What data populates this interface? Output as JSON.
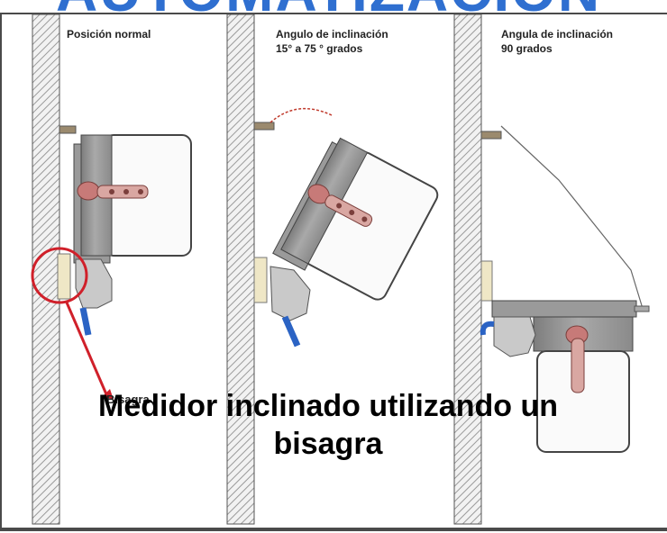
{
  "header": {
    "title_fragment": "AUTOMATIZACION"
  },
  "panels": [
    {
      "label_line1": "Posición normal",
      "label_line2": ""
    },
    {
      "label_line1": "Angulo de inclinación",
      "label_line2": "15° a 75 ° grados"
    },
    {
      "label_line1": "Angula de inclinación",
      "label_line2": "90 grados"
    }
  ],
  "callout": {
    "label": "Bisagra"
  },
  "caption": {
    "line1": "Medidor inclinado utilizando un",
    "line2": "bisagra"
  },
  "colors": {
    "title_blue": "#2f6fd0",
    "callout_red": "#d0202a",
    "meter_gray": "#8c8c8c",
    "seal_pink": "#c77a78",
    "pipe_blue": "#2b63c4"
  }
}
